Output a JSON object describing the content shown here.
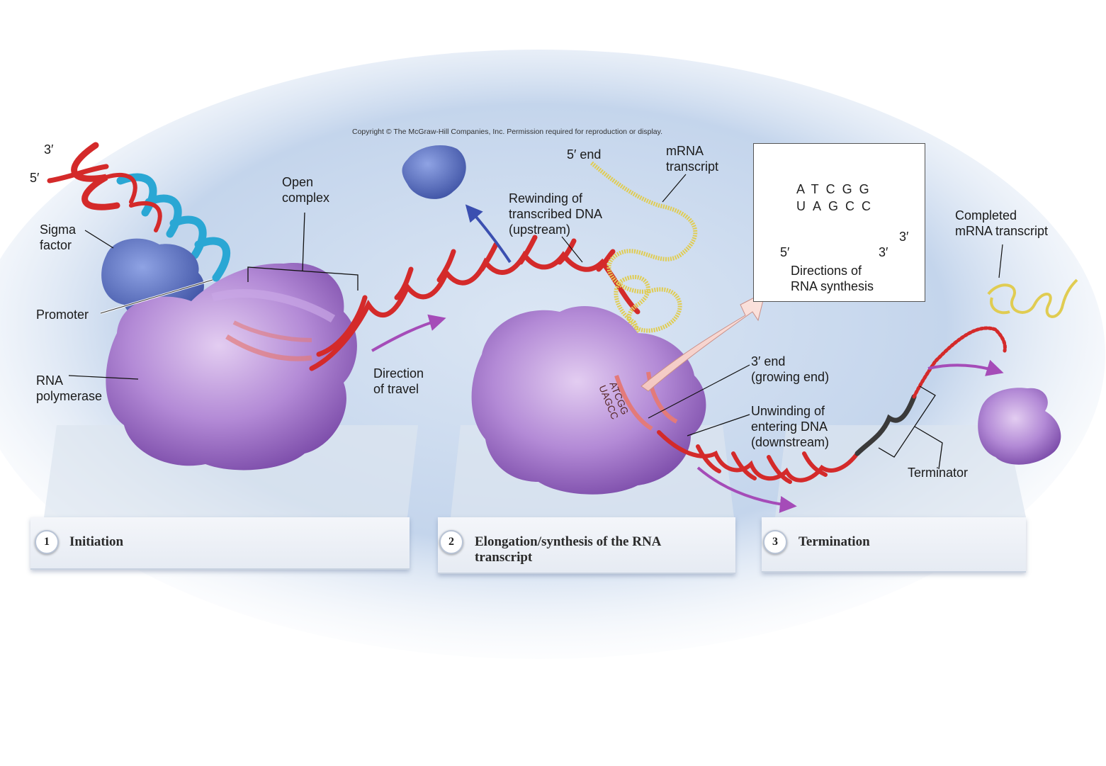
{
  "copyright": "Copyright © The McGraw-Hill Companies, Inc. Permission required for reproduction or display.",
  "labels": {
    "strand_3prime": "3′",
    "strand_5prime": "5′",
    "sigma_factor": [
      "Sigma",
      "factor"
    ],
    "open_complex": [
      "Open",
      "complex"
    ],
    "promoter": "Promoter",
    "rna_polymerase": [
      "RNA",
      "polymerase"
    ],
    "direction_of_travel": [
      "Direction",
      "of travel"
    ],
    "five_prime_end": "5′ end",
    "mrna_transcript": [
      "mRNA",
      "transcript"
    ],
    "rewinding": [
      "Rewinding of",
      "transcribed DNA",
      "(upstream)"
    ],
    "three_prime_end": [
      "3′ end",
      "(growing end)"
    ],
    "unwinding": [
      "Unwinding of",
      "entering DNA",
      "(downstream)"
    ],
    "terminator": "Terminator",
    "completed_mrna": [
      "Completed",
      "mRNA transcript"
    ],
    "bubble_dna": "ATCGG",
    "bubble_rna": "UAGCC"
  },
  "inset": {
    "dna_bases": "ATCGG",
    "rna_bases": "UAGCC",
    "three_prime": "3′",
    "dir_5": "5′",
    "dir_3": "3′",
    "caption": [
      "Directions of",
      "RNA synthesis"
    ]
  },
  "stages": [
    {
      "number": "1",
      "title": "Initiation"
    },
    {
      "number": "2",
      "title": "Elongation/synthesis of the RNA transcript"
    },
    {
      "number": "3",
      "title": "Termination"
    }
  ],
  "colors": {
    "dna_red": "#d42a2a",
    "dna_blue": "#2aa7d4",
    "polymerase_purple": "#9b6bc4",
    "sigma_blue": "#5a72c4",
    "mrna_yellow": "#e0cc52",
    "terminator_gray": "#3a3a3a",
    "arrow_purple": "#a54cb8"
  }
}
